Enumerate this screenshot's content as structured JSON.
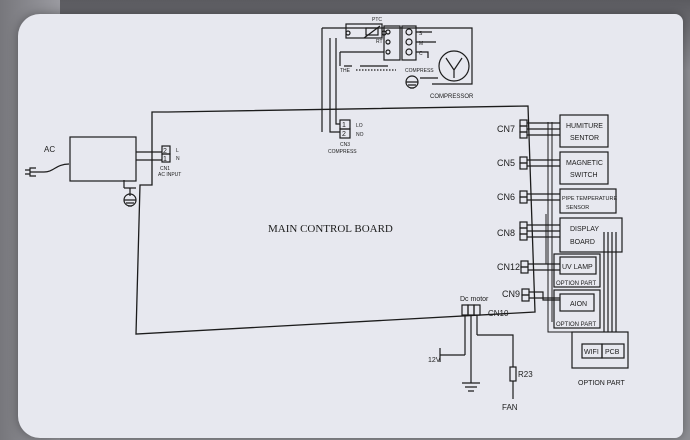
{
  "diagram": {
    "ac_label": "AC",
    "cn1": {
      "pin2": "2",
      "pin1": "1",
      "l": "L",
      "n": "N",
      "name": "CN1",
      "sub": "AC INPUT"
    },
    "cn3": {
      "pin1": "1",
      "pin2": "2",
      "lo": "LO",
      "no": "NO",
      "name": "CN3",
      "sub": "COMPRESS"
    },
    "ptc": {
      "title": "PTC",
      "rt": "RT",
      "the": "THE",
      "s": "S",
      "m": "M",
      "c": "C",
      "compress": "COMPRESS"
    },
    "compressor_label": "COMPRESSOR",
    "main_board": "MAIN CONTROL BOARD",
    "cn7": {
      "label": "CN7",
      "module": [
        "HUMITURE",
        "SENTOR"
      ]
    },
    "cn5": {
      "label": "CN5",
      "module": [
        "MAGNETIC",
        "SWITCH"
      ]
    },
    "cn6": {
      "label": "CN6",
      "module": [
        "PIPE TEMPERATURE",
        "SENSOR"
      ]
    },
    "cn8": {
      "label": "CN8",
      "module": [
        "DISPLAY",
        "BOARD"
      ]
    },
    "cn12": {
      "label": "CN12",
      "module": "UV LAMP",
      "option": "OPTION PART"
    },
    "cn9": {
      "label": "CN9",
      "module": "AION",
      "option": "OPTION PART"
    },
    "wifi": {
      "wifi": "WIFI",
      "pcb": "PCB",
      "option": "OPTION PART"
    },
    "dc_motor": "Dc motor",
    "cn10": "CN10",
    "v12": "12V",
    "r23": "R23",
    "fan": "FAN"
  }
}
